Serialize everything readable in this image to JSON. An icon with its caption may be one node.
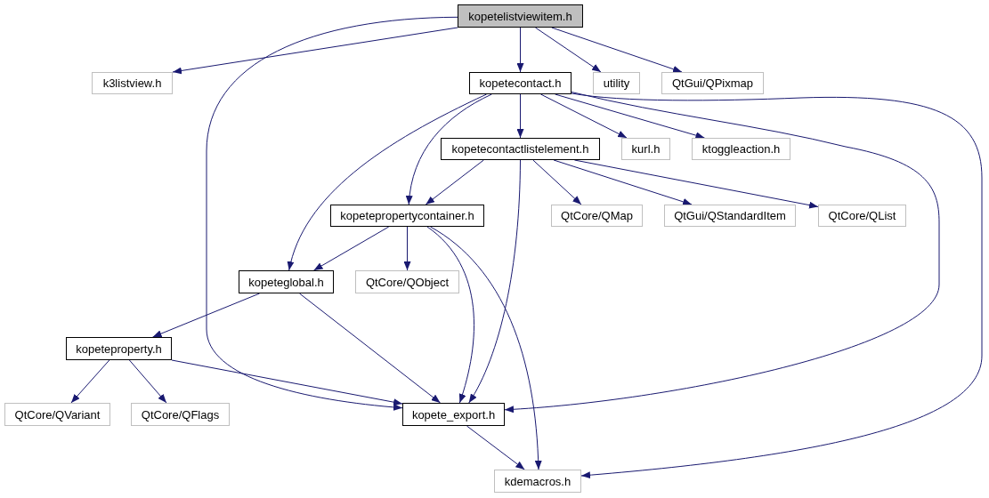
{
  "diagram": {
    "nodes": [
      {
        "text": [
          "kopetelistviewitem.h"
        ]
      },
      {
        "text": [
          "k3listview.h"
        ]
      },
      {
        "text": [
          "kopetecontact.h"
        ]
      },
      {
        "text": [
          "utility"
        ]
      },
      {
        "text": [
          "QtGui/QPixmap"
        ]
      },
      {
        "text": [
          "kopetecontactlistelement.h"
        ]
      },
      {
        "text": [
          "kurl.h"
        ]
      },
      {
        "text": [
          "ktoggleaction.h"
        ]
      },
      {
        "text": [
          "kopetepropertycontainer.h"
        ]
      },
      {
        "text": [
          "QtCore/QMap"
        ]
      },
      {
        "text": [
          "QtGui/QStandardItem"
        ]
      },
      {
        "text": [
          "QtCore/QList"
        ]
      },
      {
        "text": [
          "kopeteglobal.h"
        ]
      },
      {
        "text": [
          "QtCore/QObject"
        ]
      },
      {
        "text": [
          "kopeteproperty.h"
        ]
      },
      {
        "text": [
          "QtCore/QVariant"
        ]
      },
      {
        "text": [
          "QtCore/QFlags"
        ]
      },
      {
        "text": [
          "kopete_export.h"
        ]
      },
      {
        "text": [
          "kdemacros.h"
        ]
      }
    ],
    "edges": [
      {
        "from": 0,
        "to": 1,
        "arrow": "to"
      },
      {
        "from": 0,
        "to": 17,
        "arrow": "to"
      },
      {
        "from": 0,
        "to": 2,
        "arrow": "to"
      },
      {
        "from": 0,
        "to": 3,
        "arrow": "to"
      },
      {
        "from": 0,
        "to": 4,
        "arrow": "to"
      },
      {
        "from": 2,
        "to": 5,
        "arrow": "to"
      },
      {
        "from": 2,
        "to": 6,
        "arrow": "to"
      },
      {
        "from": 2,
        "to": 7,
        "arrow": "to"
      },
      {
        "from": 2,
        "to": 8,
        "arrow": "to"
      },
      {
        "from": 2,
        "to": 12,
        "arrow": "to"
      },
      {
        "from": 2,
        "to": 17,
        "arrow": "to"
      },
      {
        "from": 2,
        "to": 18,
        "arrow": "to"
      },
      {
        "from": 5,
        "to": 8,
        "arrow": "to"
      },
      {
        "from": 5,
        "to": 9,
        "arrow": "to"
      },
      {
        "from": 5,
        "to": 10,
        "arrow": "to"
      },
      {
        "from": 5,
        "to": 11,
        "arrow": "to"
      },
      {
        "from": 5,
        "to": 17,
        "arrow": "to"
      },
      {
        "from": 8,
        "to": 12,
        "arrow": "to"
      },
      {
        "from": 8,
        "to": 13,
        "arrow": "to"
      },
      {
        "from": 8,
        "to": 17,
        "arrow": "to"
      },
      {
        "from": 8,
        "to": 18,
        "arrow": "to"
      },
      {
        "from": 12,
        "to": 14,
        "arrow": "to"
      },
      {
        "from": 12,
        "to": 17,
        "arrow": "to"
      },
      {
        "from": 14,
        "to": 15,
        "arrow": "to"
      },
      {
        "from": 14,
        "to": 16,
        "arrow": "to"
      },
      {
        "from": 14,
        "to": 17,
        "arrow": "to"
      },
      {
        "from": 17,
        "to": 18,
        "arrow": "to"
      }
    ]
  }
}
